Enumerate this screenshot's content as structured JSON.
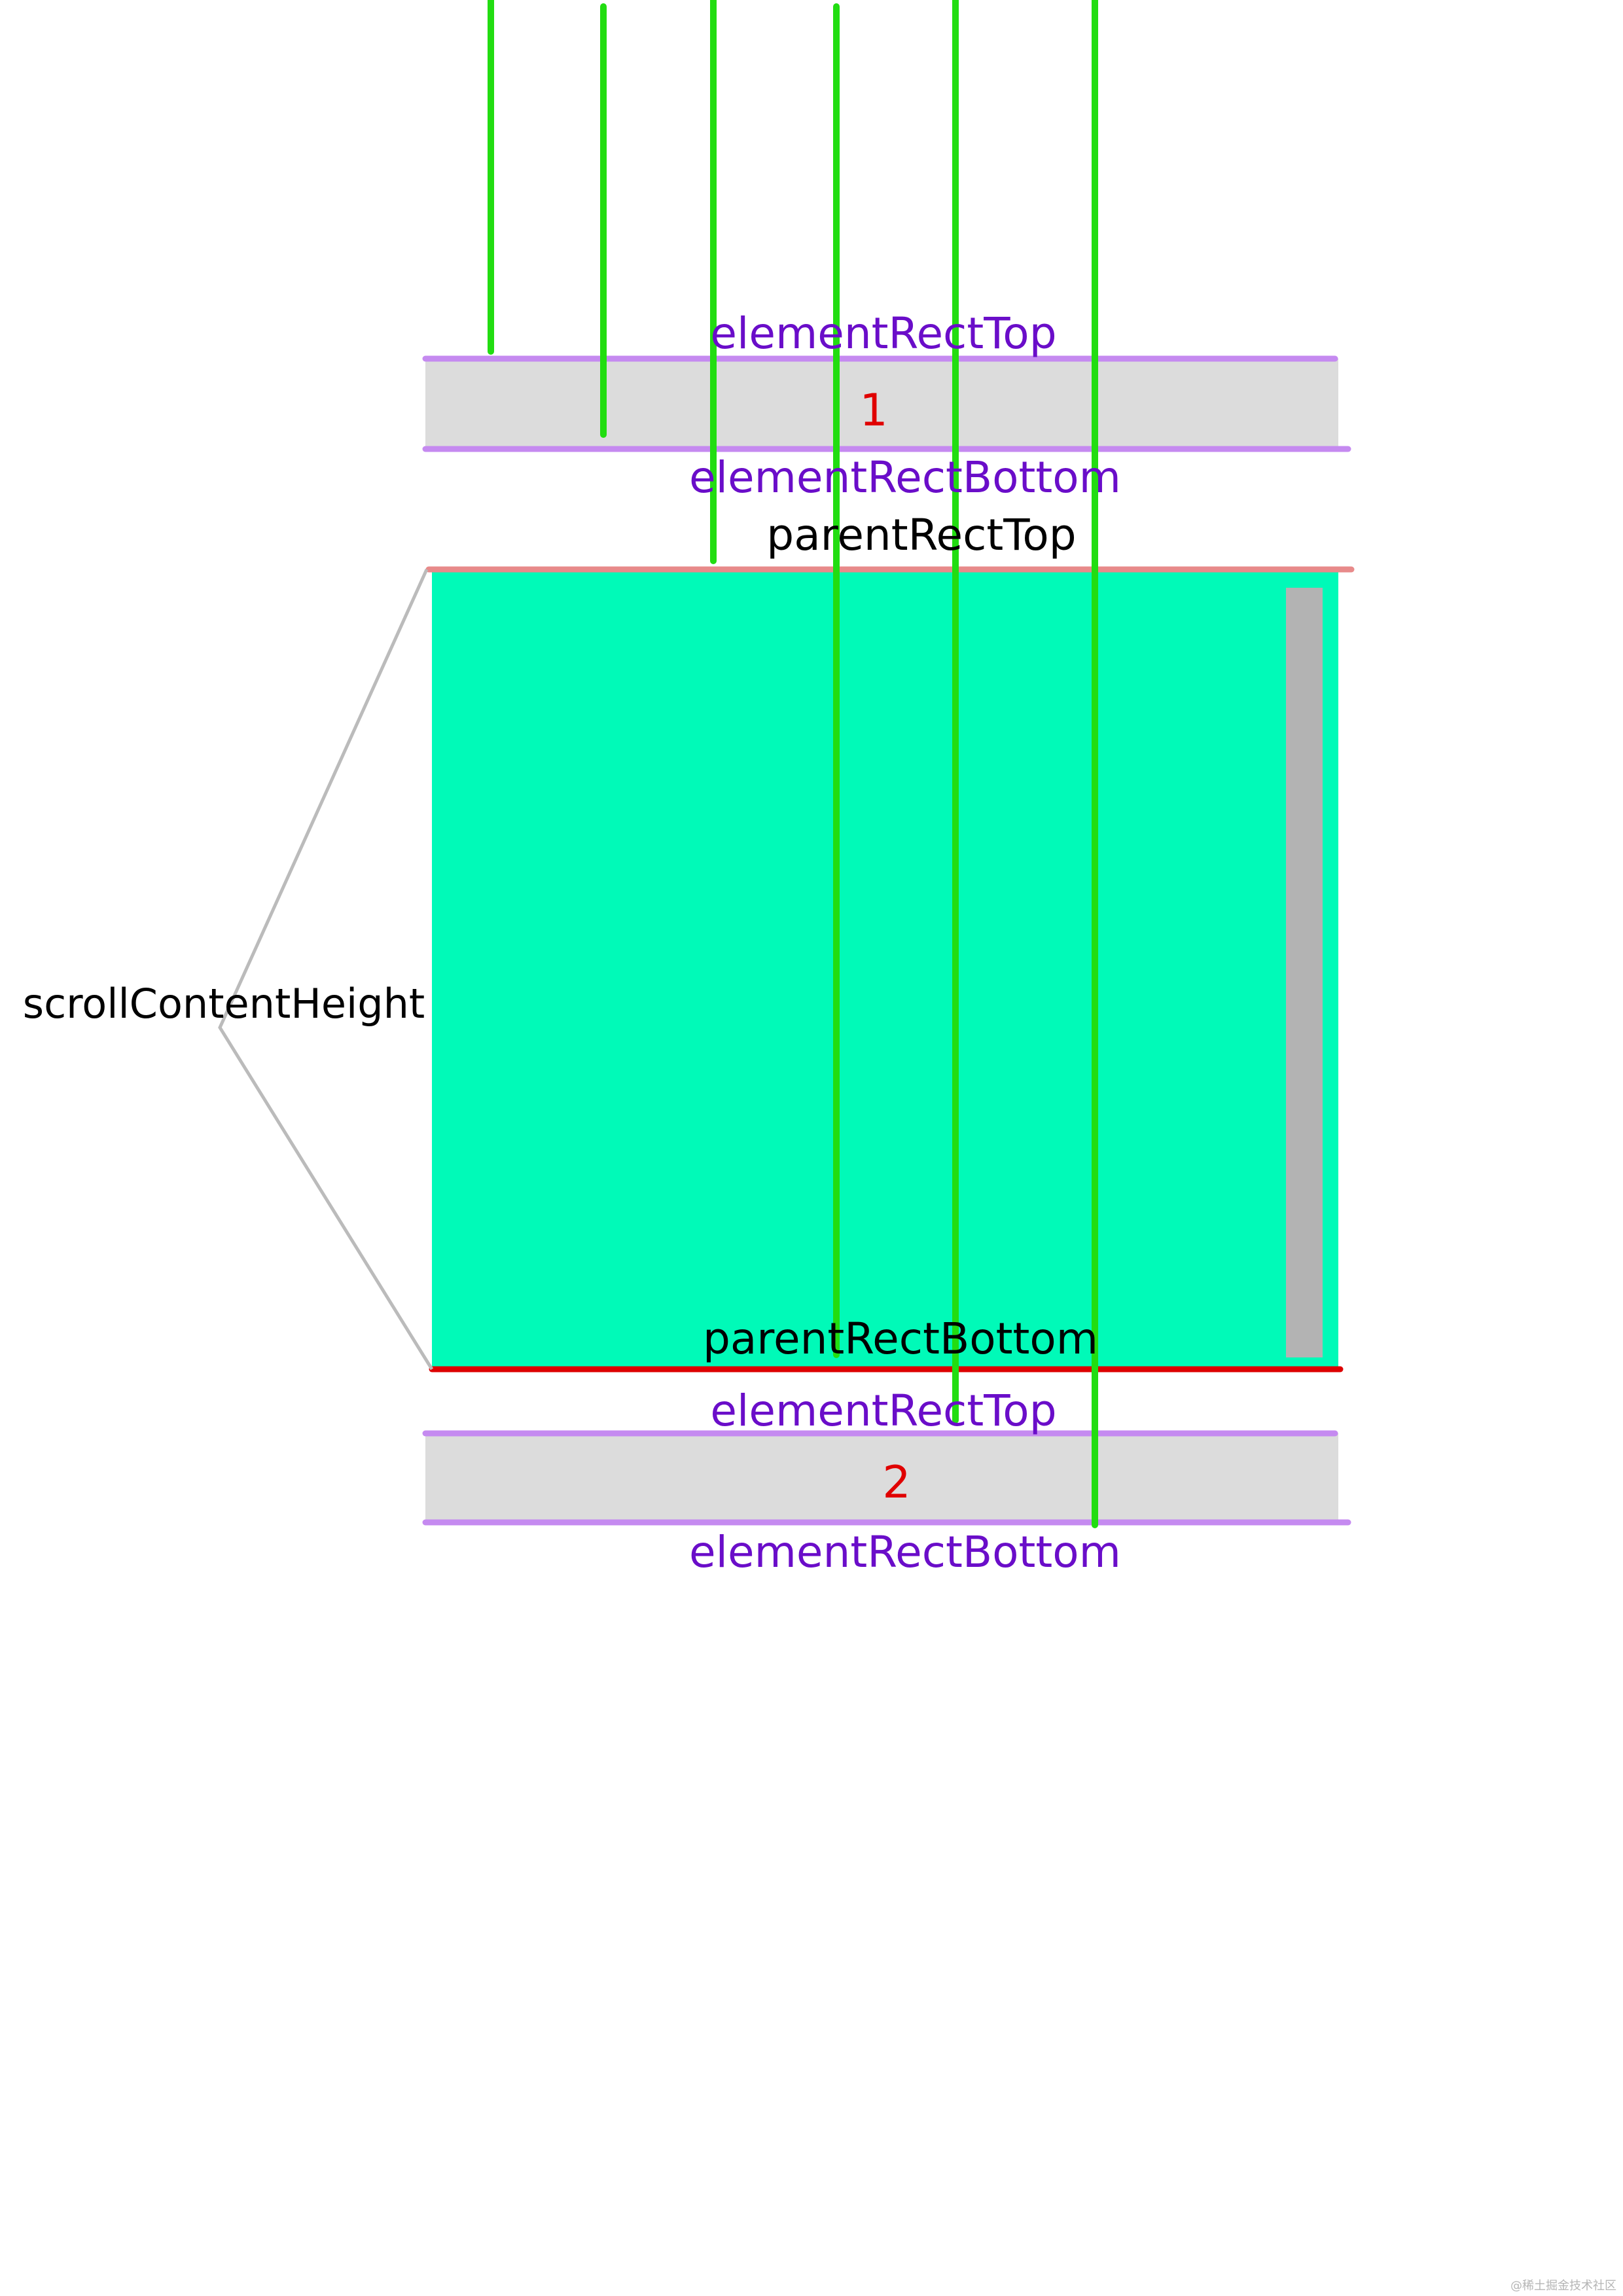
{
  "diagram": {
    "element_top_1": "elementRectTop",
    "element_label_1": "1",
    "element_bottom_1": "elementRectBottom",
    "parent_top": "parentRectTop",
    "scroll_height": "scrollContentHeight",
    "parent_bottom": "parentRectBottom",
    "element_top_2": "elementRectTop",
    "element_label_2": "2",
    "element_bottom_2": "elementRectBottom",
    "watermark": "@稀土掘金技术社区"
  },
  "colors": {
    "green_line": "#22dd11",
    "element_box": "#dcdcdc",
    "element_border": "#c58af0",
    "element_label": "#6a0dc9",
    "number_label": "#e00000",
    "parent_fill": "#00fab8",
    "parent_top_line": "#e88a8a",
    "parent_bottom_line": "#dd0000",
    "scrollbar": "#b3b3b3",
    "brace": "#bbbbbb",
    "text_dark": "#000000",
    "watermark": "#b5b5b5"
  }
}
